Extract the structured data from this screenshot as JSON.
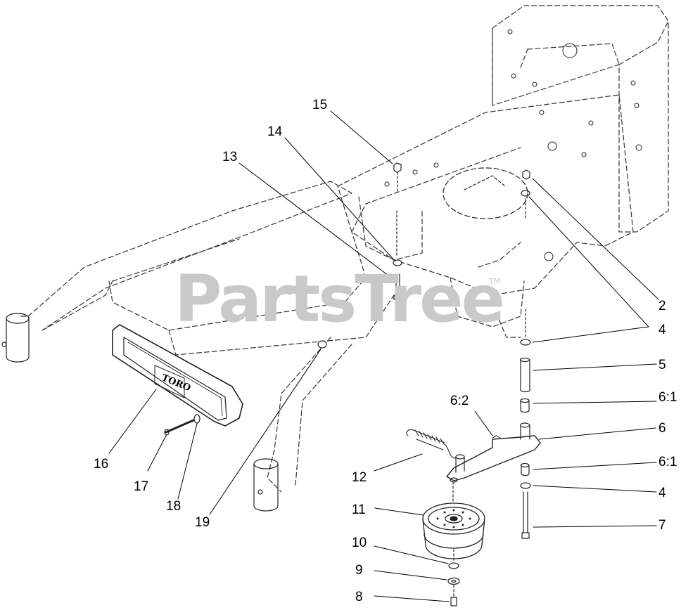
{
  "watermark": {
    "text": "PartsTree",
    "tm": "TM"
  },
  "nameplate_logo": "TORO",
  "callouts": [
    {
      "id": "15",
      "label": "15"
    },
    {
      "id": "14",
      "label": "14"
    },
    {
      "id": "13",
      "label": "13"
    },
    {
      "id": "2",
      "label": "2"
    },
    {
      "id": "4a",
      "label": "4"
    },
    {
      "id": "5",
      "label": "5"
    },
    {
      "id": "6_2",
      "label": "6:2"
    },
    {
      "id": "6_1a",
      "label": "6:1"
    },
    {
      "id": "6",
      "label": "6"
    },
    {
      "id": "6_1b",
      "label": "6:1"
    },
    {
      "id": "4b",
      "label": "4"
    },
    {
      "id": "7",
      "label": "7"
    },
    {
      "id": "12",
      "label": "12"
    },
    {
      "id": "11",
      "label": "11"
    },
    {
      "id": "10",
      "label": "10"
    },
    {
      "id": "9",
      "label": "9"
    },
    {
      "id": "8",
      "label": "8"
    },
    {
      "id": "16",
      "label": "16"
    },
    {
      "id": "17",
      "label": "17"
    },
    {
      "id": "18",
      "label": "18"
    },
    {
      "id": "19",
      "label": "19"
    }
  ]
}
